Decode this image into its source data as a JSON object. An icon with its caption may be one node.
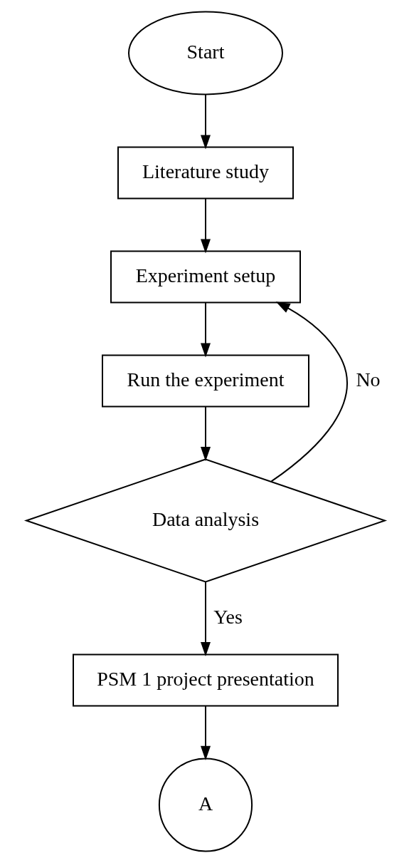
{
  "diagram": {
    "nodes": [
      {
        "text": [
          "Start"
        ]
      },
      {
        "text": [
          "Literature study"
        ]
      },
      {
        "text": [
          "Experiment setup"
        ]
      },
      {
        "text": [
          "Run the experiment"
        ]
      },
      {
        "text": [
          "Data analysis"
        ]
      },
      {
        "text": [
          "PSM 1 project presentation"
        ]
      },
      {
        "text": [
          "A"
        ]
      }
    ],
    "edges": [
      {
        "from": 0,
        "to": 1,
        "arrow": "to"
      },
      {
        "from": 1,
        "to": 2,
        "arrow": "to"
      },
      {
        "from": 2,
        "to": 3,
        "arrow": "to"
      },
      {
        "from": 3,
        "to": 4,
        "arrow": "to"
      },
      {
        "from": 4,
        "to": 2,
        "arrow": "to",
        "label": "No"
      },
      {
        "from": 4,
        "to": 5,
        "arrow": "to",
        "label": "Yes"
      },
      {
        "from": 5,
        "to": 6,
        "arrow": "to"
      }
    ]
  }
}
